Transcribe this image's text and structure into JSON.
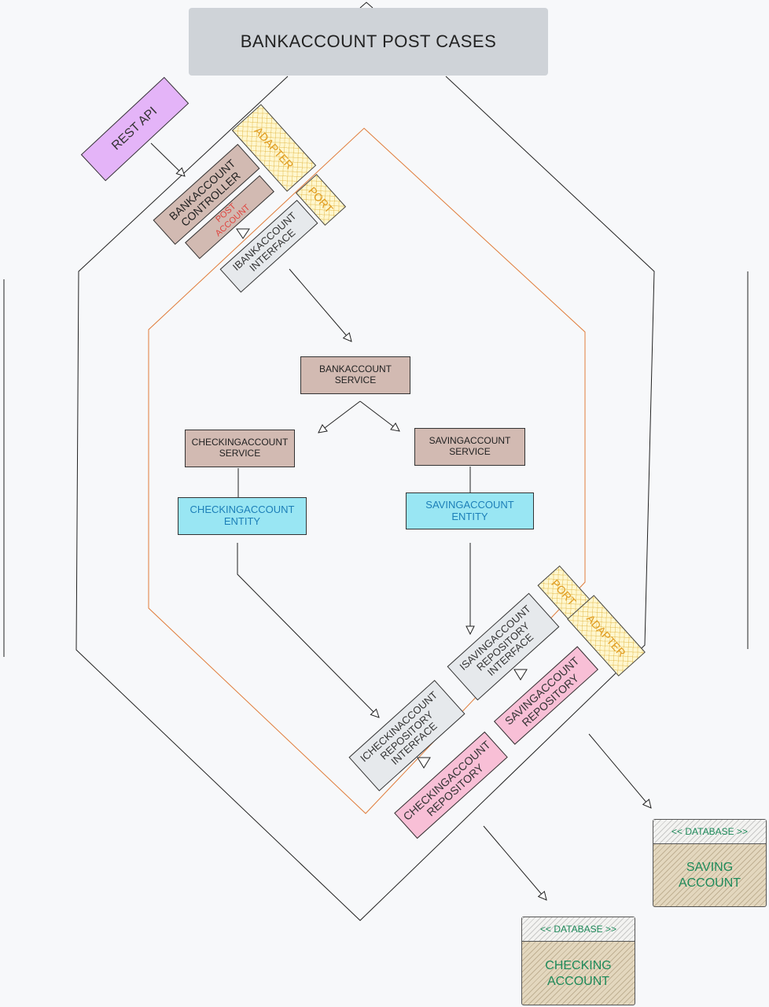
{
  "title": "BANKACCOUNT POST CASES",
  "nodes": {
    "rest_api": "REST API",
    "adapter_top": "ADAPTER",
    "controller": [
      "BANKACCOUNT",
      "CONTROLLER"
    ],
    "post_account": [
      "POST",
      "ACCOUNT"
    ],
    "port_top": "PORT",
    "ibank_interface": [
      "IBANKACCOUNT",
      "INTERFACE"
    ],
    "bank_service": [
      "BANKACCOUNT",
      "SERVICE"
    ],
    "checking_service": [
      "CHECKINGACCOUNT",
      "SERVICE"
    ],
    "saving_service": [
      "SAVINGACCOUNT",
      "SERVICE"
    ],
    "checking_entity": [
      "CHECKINGACCOUNT",
      "ENTITY"
    ],
    "saving_entity": [
      "SAVINGACCOUNT",
      "ENTITY"
    ],
    "port_bottom": "PORT",
    "adapter_bottom": "ADAPTER",
    "isaving_repo_interface": [
      "ISAVINGACCOUNT",
      "REPOSITORY",
      "INTERFACE"
    ],
    "saving_repo": [
      "SAVINGACCOUNT",
      "REPOSITORY"
    ],
    "ichecking_repo_interface": [
      "ICHECKINACCOUNT",
      "REPOSITORY",
      "INTERFACE"
    ],
    "checking_repo": [
      "CHECKINGACCOUNT",
      "REPOSITORY"
    ]
  },
  "databases": {
    "saving": {
      "stereotype": "<< DATABASE >>",
      "name": [
        "SAVING",
        "ACCOUNT"
      ]
    },
    "checking": {
      "stereotype": "<< DATABASE >>",
      "name": [
        "CHECKING",
        "ACCOUNT"
      ]
    }
  },
  "colors": {
    "outer_hexagon": "#222222",
    "inner_hexagon": "#e07b39",
    "service": "#d2bab2",
    "entity": "#99e6f3",
    "interface": "#e6e9ec",
    "repository": "#f8bfd6",
    "rest_api": "#e4b4f8",
    "adapter_port": "#fff7cf",
    "database_text": "#1e8a5a"
  }
}
